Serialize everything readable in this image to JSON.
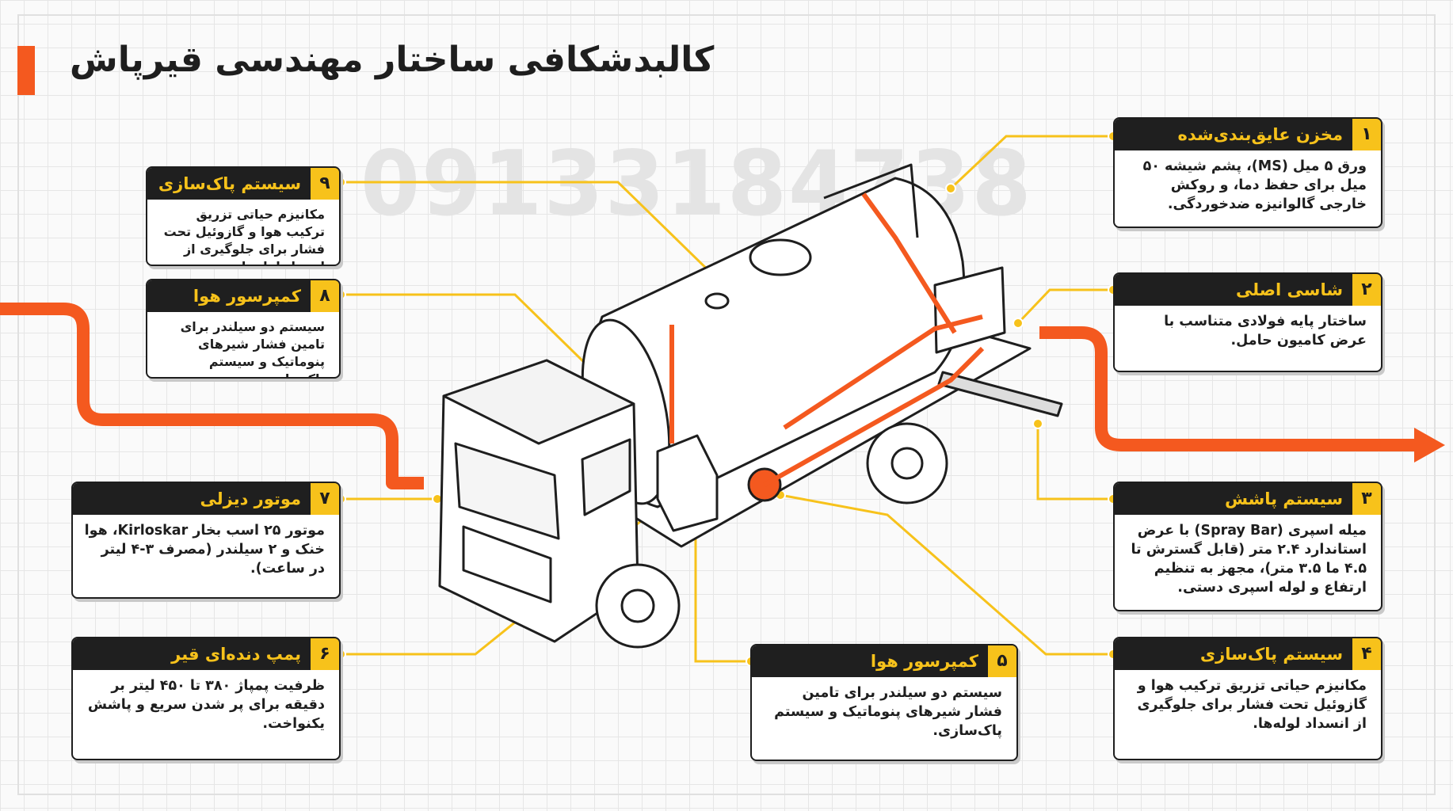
{
  "title": "کالبدشکافی ساختار مهندسی قیرپاش",
  "watermark": "09133184738",
  "colors": {
    "accent_orange": "#f4591f",
    "accent_yellow": "#f7c21b",
    "card_header": "#1f1f1f",
    "grid": "#e6e6e6"
  },
  "cards": [
    {
      "num": "۱",
      "title": "مخزن عایق‌بندی‌شده",
      "body": "ورق ۵ میل (MS)، پشم شیشه ۵۰ میل برای حفظ دما، و روکش خارجی گالوانیزه ضدخوردگی."
    },
    {
      "num": "۲",
      "title": "شاسی اصلی",
      "body": "ساختار پایه فولادی متناسب با عرض کامیون حامل."
    },
    {
      "num": "۳",
      "title": "سیستم پاشش",
      "body": "میله اسپری (Spray Bar) با عرض استاندارد ۲.۴ متر (قابل گسترش تا ۴.۵ ما ۳.۵ متر)، مجهز به تنظیم ارتفاع و لوله اسپری دستی."
    },
    {
      "num": "۴",
      "title": "سیستم پاک‌سازی",
      "body": "مکانیزم حیاتی تزریق ترکیب هوا و گازوئیل تحت فشار برای جلوگیری از انسداد لوله‌ها."
    },
    {
      "num": "۵",
      "title": "کمپرسور هوا",
      "body": "سیستم دو سیلندر برای تامین فشار شیرهای پنوماتیک و سیستم پاک‌سازی."
    },
    {
      "num": "۶",
      "title": "پمپ دنده‌ای قیر",
      "body": "ظرفیت پمپاژ ۳۸۰ تا ۴۵۰ لیتر بر دقیقه برای پر شدن سریع و پاشش یکنواخت."
    },
    {
      "num": "۷",
      "title": "موتور دیزلی",
      "body": "موتور ۲۵ اسب بخار Kirloskar، هوا خنک و ۲ سیلندر (مصرف ۳-۴ لیتر در ساعت)."
    },
    {
      "num": "۸",
      "title": "کمپرسور هوا",
      "body": "سیستم دو سیلندر برای تامین فشار شیرهای پنوماتیک و سیستم پاک‌سازی."
    },
    {
      "num": "۹",
      "title": "سیستم پاک‌سازی",
      "body": "مکانیزم حیاتی تزریق ترکیب هوا و گازوئیل تحت فشار برای جلوگیری از انسداد لوله‌ها."
    }
  ]
}
